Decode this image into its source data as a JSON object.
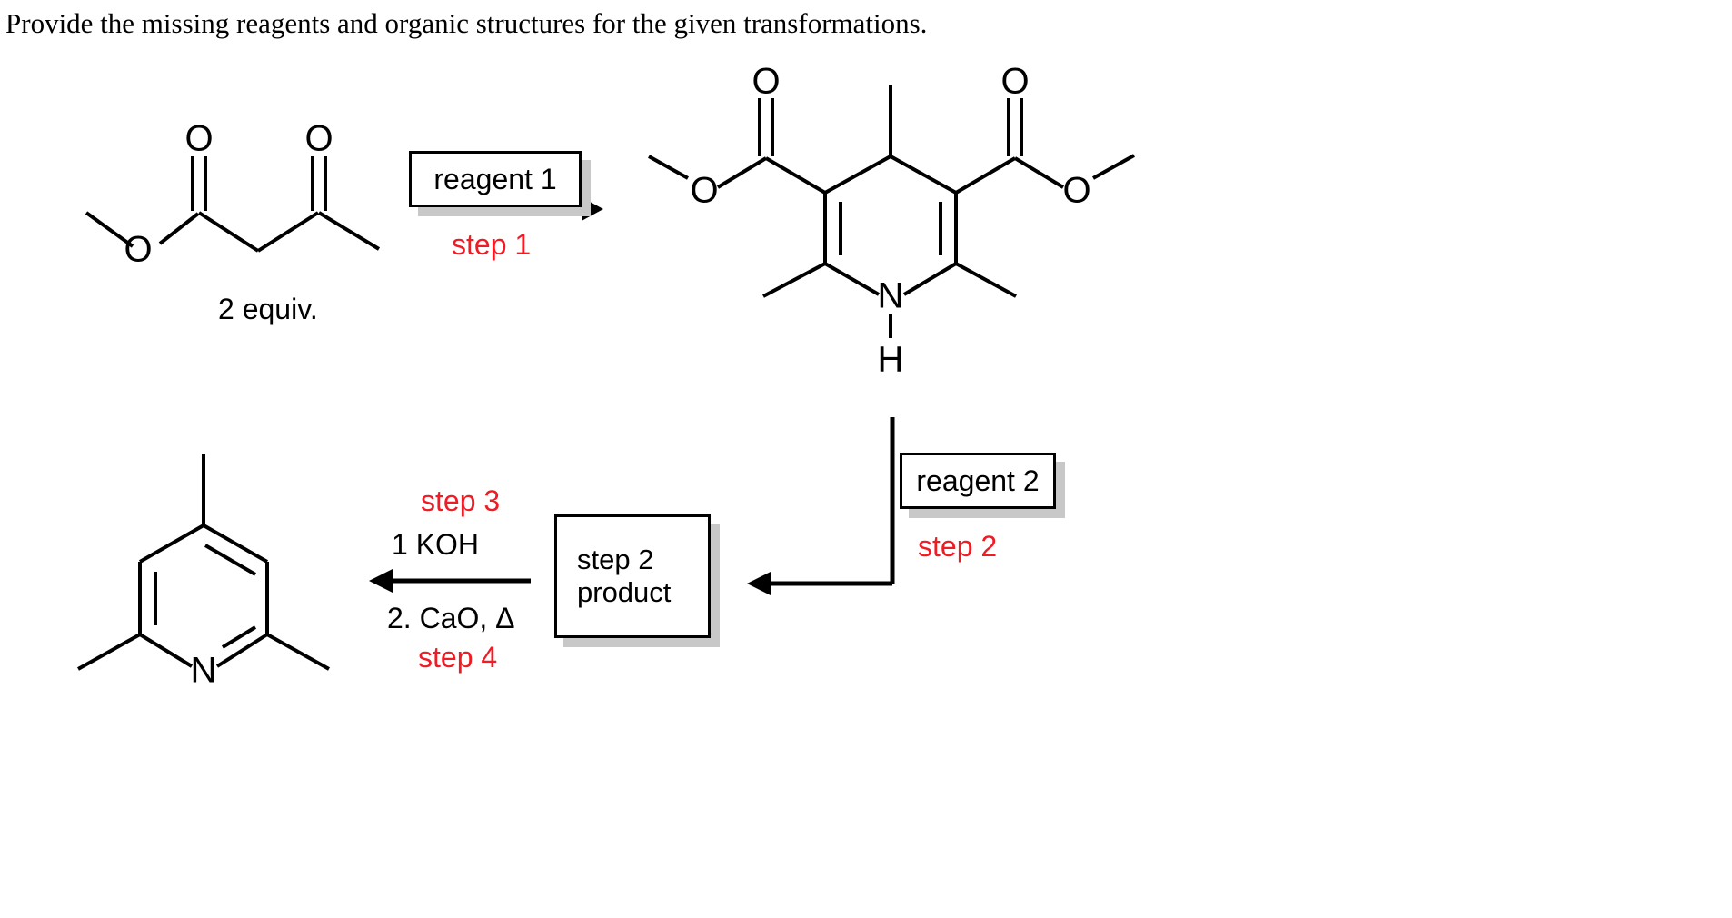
{
  "prompt": {
    "text": "Provide the missing reagents and organic structures for the given transformations."
  },
  "colors": {
    "red_accent": "#ee1c24",
    "shadow_gray": "#c8c8c8",
    "ink": "#000000",
    "background": "#ffffff"
  },
  "labels": {
    "equiv": "2 equiv.",
    "reagent_1": "reagent 1",
    "reagent_2": "reagent 2",
    "step_1": "step 1",
    "step_2": "step 2",
    "step_3": "step 3",
    "step_4": "step 4",
    "koh": "1 KOH",
    "cao": "2. CaO, Δ",
    "step_2_product_line_1": "step 2",
    "step_2_product_line_2": "product"
  },
  "structures": {
    "starting_material": {
      "name": "methyl-acetoacetate",
      "atom_labels": [
        {
          "symbol": "O",
          "role": "ester-oxygen"
        },
        {
          "symbol": "O",
          "role": "ester-carbonyl-oxygen"
        },
        {
          "symbol": "O",
          "role": "ketone-carbonyl-oxygen"
        }
      ],
      "annotation": "2 equiv."
    },
    "hantzsch_ester": {
      "name": "dimethyl-1,4-dihydro-2,4,6-trimethylpyridine-3,5-dicarboxylate",
      "atom_labels": [
        {
          "symbol": "O",
          "role": "left-carbonyl-oxygen"
        },
        {
          "symbol": "O",
          "role": "left-ester-oxygen"
        },
        {
          "symbol": "O",
          "role": "right-carbonyl-oxygen"
        },
        {
          "symbol": "O",
          "role": "right-ester-oxygen"
        },
        {
          "symbol": "N",
          "role": "ring-nitrogen"
        },
        {
          "symbol": "H",
          "role": "nitrogen-hydrogen"
        }
      ]
    },
    "collidine": {
      "name": "2,4,6-trimethylpyridine",
      "atom_labels": [
        {
          "symbol": "N",
          "role": "ring-nitrogen"
        }
      ]
    }
  },
  "arrows": [
    {
      "name": "step-1-arrow",
      "direction": "right"
    },
    {
      "name": "step-2-arrow",
      "direction": "left-with-vertical-elbow"
    },
    {
      "name": "step-3-4-arrow",
      "direction": "left"
    }
  ]
}
